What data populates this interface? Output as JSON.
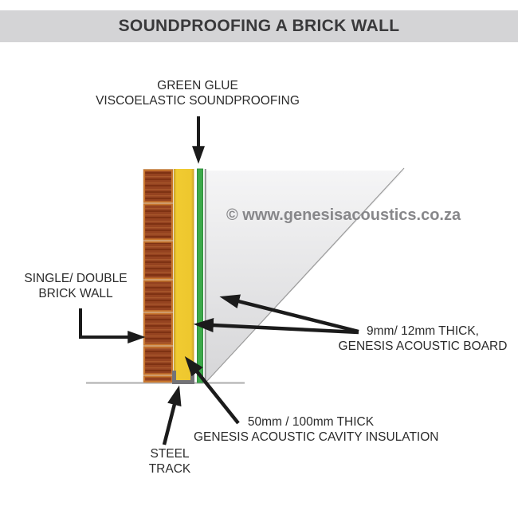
{
  "title": "SOUNDPROOFING A BRICK WALL",
  "watermark": "© www.genesisacoustics.co.za",
  "labels": {
    "green_glue": {
      "line1": "GREEN GLUE",
      "line2": "VISCOELASTIC SOUNDPROOFING"
    },
    "brick_wall": {
      "line1": "SINGLE/ DOUBLE",
      "line2": "BRICK WALL"
    },
    "acoustic_board": {
      "line1": "9mm/ 12mm THICK,",
      "line2": "GENESIS ACOUSTIC BOARD"
    },
    "cavity_insulation": {
      "line1": "50mm / 100mm THICK",
      "line2": "GENESIS ACOUSTIC CAVITY INSULATION"
    },
    "steel_track": {
      "line1": "STEEL",
      "line2": "TRACK"
    }
  },
  "colors": {
    "title_bar_bg": "#d4d4d6",
    "title_text": "#39393b",
    "label_text": "#2b2b2b",
    "watermark_gray": "#87878a",
    "brick_body": "#954320",
    "brick_border": "#c9772e",
    "mortar": "#d7d1c5",
    "insulation_yellow": "#eec92f",
    "green_glue": "#3da94a",
    "green_glue_edge": "#2f8f3c",
    "board_edge_gray": "#8e8e90",
    "board_panel_light": "#f5f5f6",
    "board_panel_dark": "#d6d6d8",
    "steel_track_gray": "#737377",
    "floor_line": "#b5b5b5",
    "diagonal_line": "#9b9b9b",
    "arrow_black": "#1b1b1b"
  }
}
